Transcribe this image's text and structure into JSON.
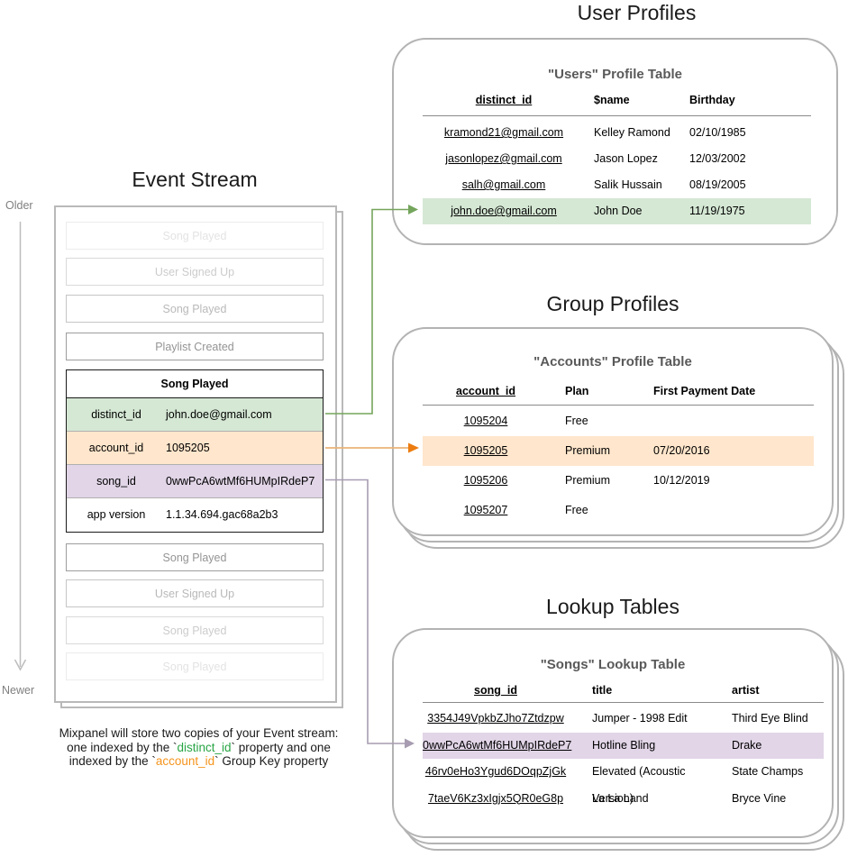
{
  "colors": {
    "highlight_green": "#d5e8d4",
    "highlight_orange": "#ffe6cc",
    "highlight_purple": "#e1d5e7",
    "arrow_green": "#74a55c",
    "arrow_orange_line": "#e9b377",
    "arrow_orange_head": "#ec7c0f",
    "arrow_purple": "#a79cb1",
    "caption_green": "#27a544",
    "caption_orange": "#f5941d"
  },
  "timeline": {
    "older_label": "Older",
    "newer_label": "Newer"
  },
  "event_stream": {
    "title": "Event Stream",
    "events_before": [
      {
        "label": "Song Played"
      },
      {
        "label": "User Signed Up"
      },
      {
        "label": "Song Played"
      },
      {
        "label": "Playlist Created"
      }
    ],
    "expanded_event": {
      "title": "Song Played",
      "properties": [
        {
          "key": "distinct_id",
          "value": "john.doe@gmail.com",
          "highlight": "green"
        },
        {
          "key": "account_id",
          "value": "1095205",
          "highlight": "orange"
        },
        {
          "key": "song_id",
          "value": "0wwPcA6wtMf6HUMpIRdeP7",
          "highlight": "purple"
        },
        {
          "key": "app version",
          "value": "1.1.34.694.gac68a2b3",
          "highlight": "none"
        }
      ]
    },
    "events_after": [
      {
        "label": "Song Played"
      },
      {
        "label": "User Signed Up"
      },
      {
        "label": "Song Played"
      },
      {
        "label": "Song Played"
      }
    ]
  },
  "user_profiles": {
    "section_title": "User Profiles",
    "table_title": "\"Users\" Profile Table",
    "columns": [
      "distinct_id",
      "$name",
      "Birthday"
    ],
    "rows": [
      [
        "kramond21@gmail.com",
        "Kelley Ramond",
        "02/10/1985"
      ],
      [
        "jasonlopez@gmail.com",
        "Jason Lopez",
        "12/03/2002"
      ],
      [
        "salh@gmail.com",
        "Salik Hussain",
        "08/19/2005"
      ],
      [
        "john.doe@gmail.com",
        "John Doe",
        "11/19/1975"
      ]
    ],
    "highlighted_row_index": 3
  },
  "group_profiles": {
    "section_title": "Group Profiles",
    "table_title": "\"Accounts\" Profile Table",
    "columns": [
      "account_id",
      "Plan",
      "First Payment Date"
    ],
    "rows": [
      [
        "1095204",
        "Free",
        ""
      ],
      [
        "1095205",
        "Premium",
        "07/20/2016"
      ],
      [
        "1095206",
        "Premium",
        "10/12/2019"
      ],
      [
        "1095207",
        "Free",
        ""
      ]
    ],
    "highlighted_row_index": 1
  },
  "lookup_tables": {
    "section_title": "Lookup Tables",
    "table_title": "\"Songs\" Lookup Table",
    "columns": [
      "song_id",
      "title",
      "artist"
    ],
    "rows": [
      [
        "3354J49VpkbZJho7Ztdzpw",
        "Jumper - 1998 Edit",
        "Third Eye Blind"
      ],
      [
        "0wwPcA6wtMf6HUMpIRdeP7",
        "Hotline Bling",
        "Drake"
      ],
      [
        "46rv0eHo3Ygud6DOqpZjGk",
        "Elevated (Acoustic Version)",
        "State Champs"
      ],
      [
        "7taeV6Kz3xIgjx5QR0eG8p",
        "La La Land",
        "Bryce Vine"
      ]
    ],
    "highlighted_row_index": 1
  },
  "caption": {
    "line1": "Mixpanel will store two copies of your Event stream:",
    "line2_pre": "one indexed by the `",
    "line2_code": "distinct_id",
    "line2_post": "` property and one",
    "line3_pre": "indexed by the `",
    "line3_code": "account_id",
    "line3_post": "` Group Key property"
  }
}
